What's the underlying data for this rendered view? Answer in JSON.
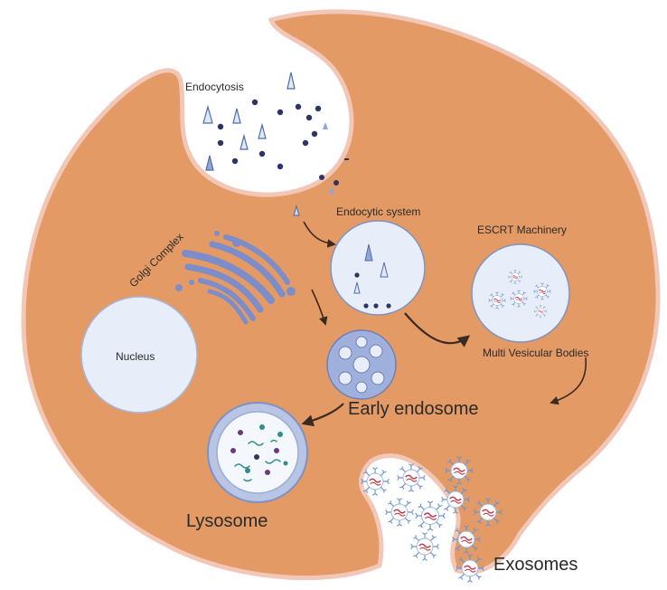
{
  "labels": {
    "endocytosis": "Endocytosis",
    "endocytic_system": "Endocytic system",
    "golgi_complex": "Golgi Complex",
    "escrt_machinery": "ESCRT Machinery",
    "nucleus": "Nucleus",
    "multi_vesicular_bodies": "Multi Vesicular Bodies",
    "early_endosome": "Early endosome",
    "lysosome": "Lysosome",
    "exosomes": "Exosomes"
  },
  "colors": {
    "cell_fill": "#E49A64",
    "cell_outline": "#F3C7B8",
    "organelle_fill": "#E8EEF9",
    "organelle_stroke": "#7E93C4",
    "golgi": "#7D8DC9",
    "particle_dark": "#2D3566",
    "arrow": "#3a2a20",
    "exosome_blue": "#7FA3D4",
    "exosome_red": "#C0394A",
    "lysosome_teal": "#2F8F8A",
    "lysosome_purple": "#6B3A7D"
  }
}
